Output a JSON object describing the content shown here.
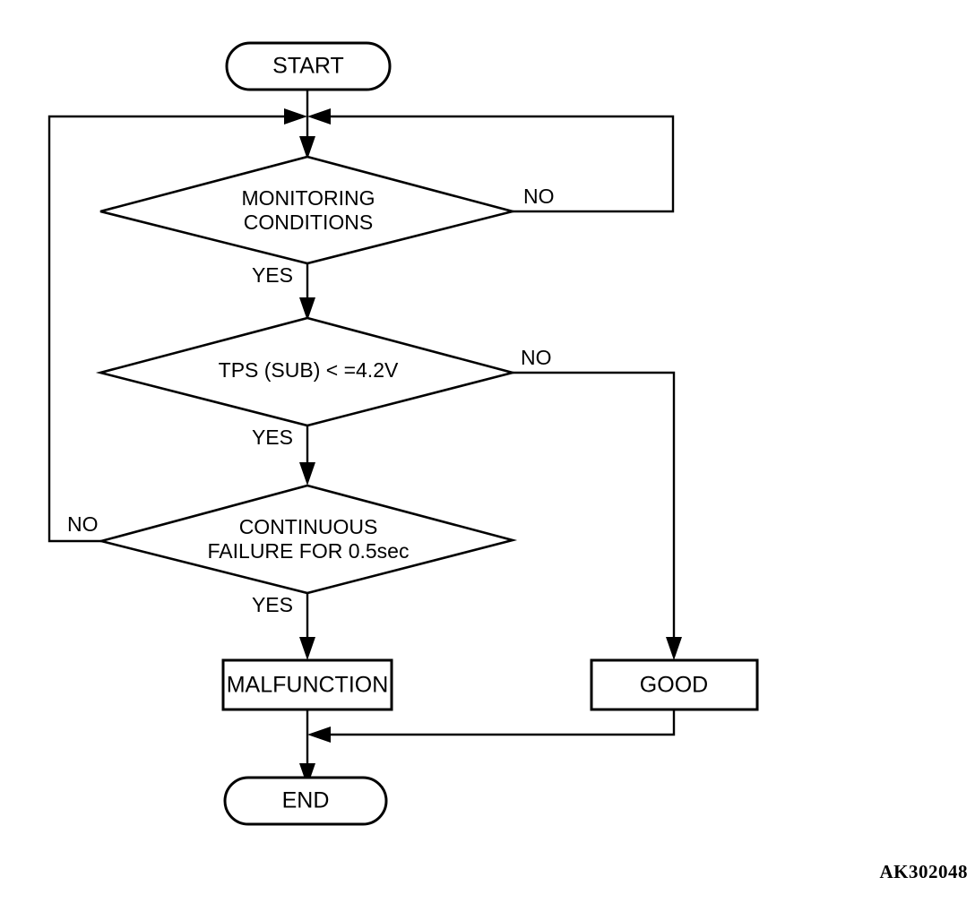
{
  "diagram": {
    "title": "TPS (SUB) monitoring logic flowchart",
    "watermark": "AK302048",
    "colors": {
      "stroke": "#000000",
      "fill": "#ffffff",
      "background": "#ffffff"
    },
    "nodes": {
      "start": {
        "label": "START",
        "type": "terminator"
      },
      "monitoring_conditions": {
        "label_line1": "MONITORING",
        "label_line2": "CONDITIONS",
        "type": "decision"
      },
      "tps_check": {
        "label_line1": "TPS (SUB) < =4.2V",
        "label_line2": "",
        "type": "decision"
      },
      "continuous_failure": {
        "label_line1": "CONTINUOUS",
        "label_line2": "FAILURE FOR 0.5sec",
        "type": "decision"
      },
      "malfunction": {
        "label": "MALFUNCTION",
        "type": "process"
      },
      "good": {
        "label": "GOOD",
        "type": "process"
      },
      "end": {
        "label": "END",
        "type": "terminator"
      }
    },
    "branch_labels": {
      "monitoring_yes": "YES",
      "monitoring_no": "NO",
      "tps_yes": "YES",
      "tps_no": "NO",
      "failure_yes": "YES",
      "failure_no": "NO"
    }
  }
}
